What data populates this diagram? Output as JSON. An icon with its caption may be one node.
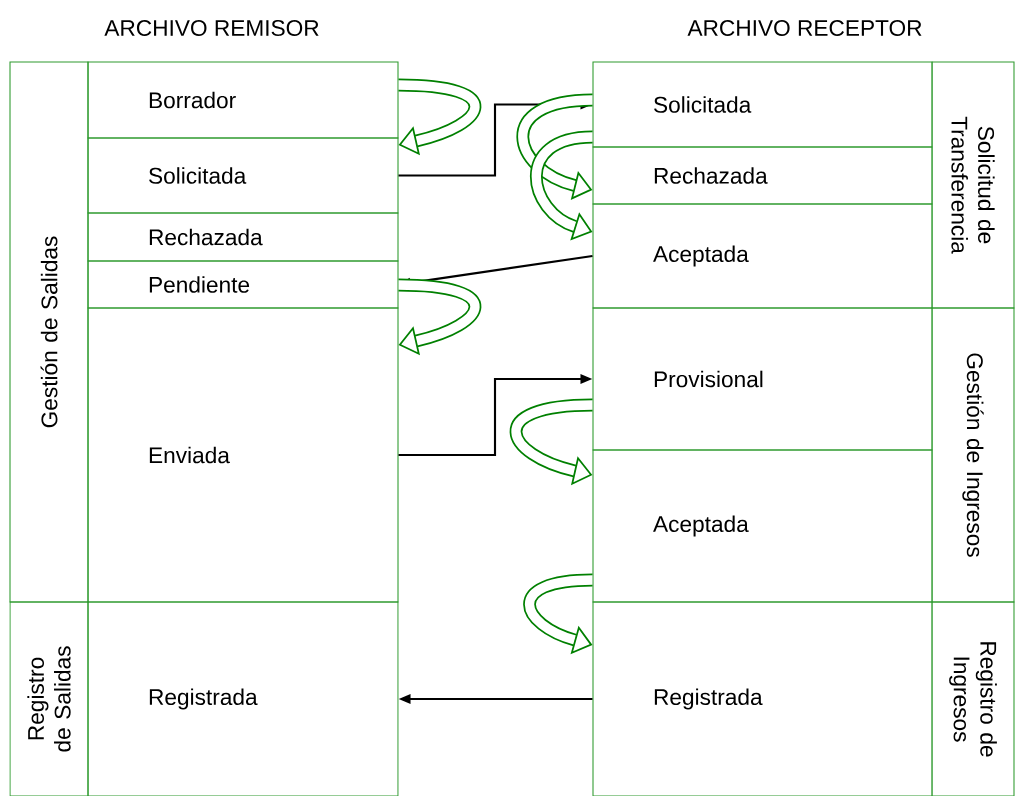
{
  "diagram": {
    "nodes": [
      {
        "text": [
          "Gestión de Salidas"
        ]
      },
      {
        "text": [
          "Borrador"
        ]
      },
      {
        "text": [
          "Solicitada"
        ]
      },
      {
        "text": [
          "Rechazada"
        ]
      },
      {
        "text": [
          "Pendiente"
        ]
      },
      {
        "text": [
          "Enviada"
        ]
      },
      {
        "text": [
          "Registro de Salidas"
        ]
      },
      {
        "text": [
          "Registrada"
        ]
      },
      {
        "text": [
          "Solicitada"
        ]
      },
      {
        "text": [
          "Rechazada"
        ]
      },
      {
        "text": [
          "Aceptada"
        ]
      },
      {
        "text": [
          "Provisional"
        ]
      },
      {
        "text": [
          "Aceptada"
        ]
      },
      {
        "text": [
          "Registrada"
        ]
      },
      {
        "text": [
          "Solicitud de Transferencia"
        ]
      },
      {
        "text": [
          "Gestión de Ingresos"
        ]
      },
      {
        "text": [
          "Registro de Ingresos"
        ]
      }
    ],
    "edges": [
      {
        "from": 1,
        "to": 2,
        "arrow": "to",
        "color": "#008000"
      },
      {
        "from": 2,
        "to": 8,
        "arrow": "to",
        "color": "#000000"
      },
      {
        "from": 8,
        "to": 9,
        "arrow": "to",
        "color": "#008000"
      },
      {
        "from": 8,
        "to": 10,
        "arrow": "to",
        "color": "#008000"
      },
      {
        "from": 10,
        "to": 4,
        "arrow": "to",
        "color": "#000000"
      },
      {
        "from": 4,
        "to": 5,
        "arrow": "to",
        "color": "#008000"
      },
      {
        "from": 5,
        "to": 11,
        "arrow": "to",
        "color": "#000000"
      },
      {
        "from": 11,
        "to": 12,
        "arrow": "to",
        "color": "#008000"
      },
      {
        "from": 12,
        "to": 13,
        "arrow": "to",
        "color": "#008000"
      },
      {
        "from": 13,
        "to": 7,
        "arrow": "to",
        "color": "#000000"
      }
    ],
    "labels": [
      "ARCHIVO REMISOR",
      "ARCHIVO RECEPTOR"
    ]
  }
}
